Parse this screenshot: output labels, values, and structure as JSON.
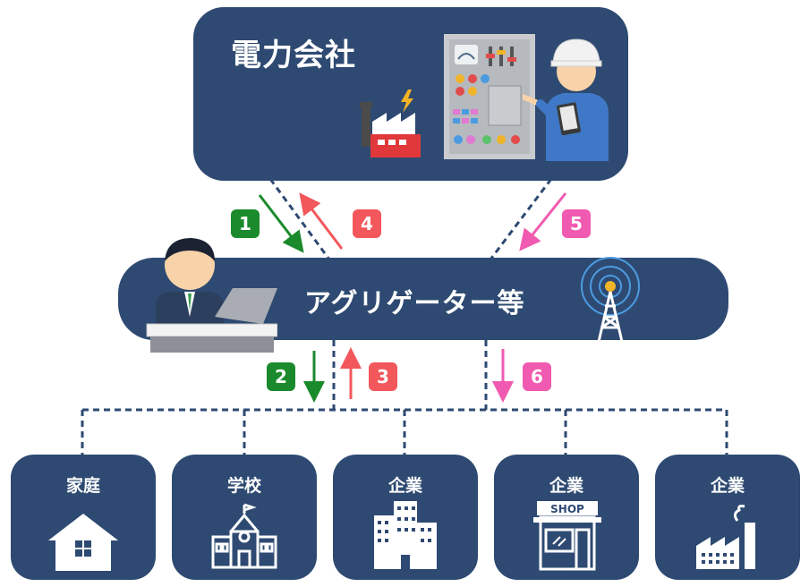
{
  "utility": {
    "title": "電力会社"
  },
  "aggregator": {
    "title": "アグリゲーター等"
  },
  "consumers": [
    {
      "label": "家庭",
      "icon": "house-icon"
    },
    {
      "label": "学校",
      "icon": "school-icon"
    },
    {
      "label": "企業",
      "icon": "office-building-icon"
    },
    {
      "label": "企業",
      "icon": "shop-icon"
    },
    {
      "label": "企業",
      "icon": "factory-icon"
    }
  ],
  "shop_sign": "SHOP",
  "steps": [
    "1",
    "2",
    "3",
    "4",
    "5",
    "6"
  ],
  "colors": {
    "box": "#2e4a72",
    "green": "#1b8a2c",
    "red": "#f2575b",
    "pink": "#f05ab0",
    "dash": "#2e4a72"
  }
}
